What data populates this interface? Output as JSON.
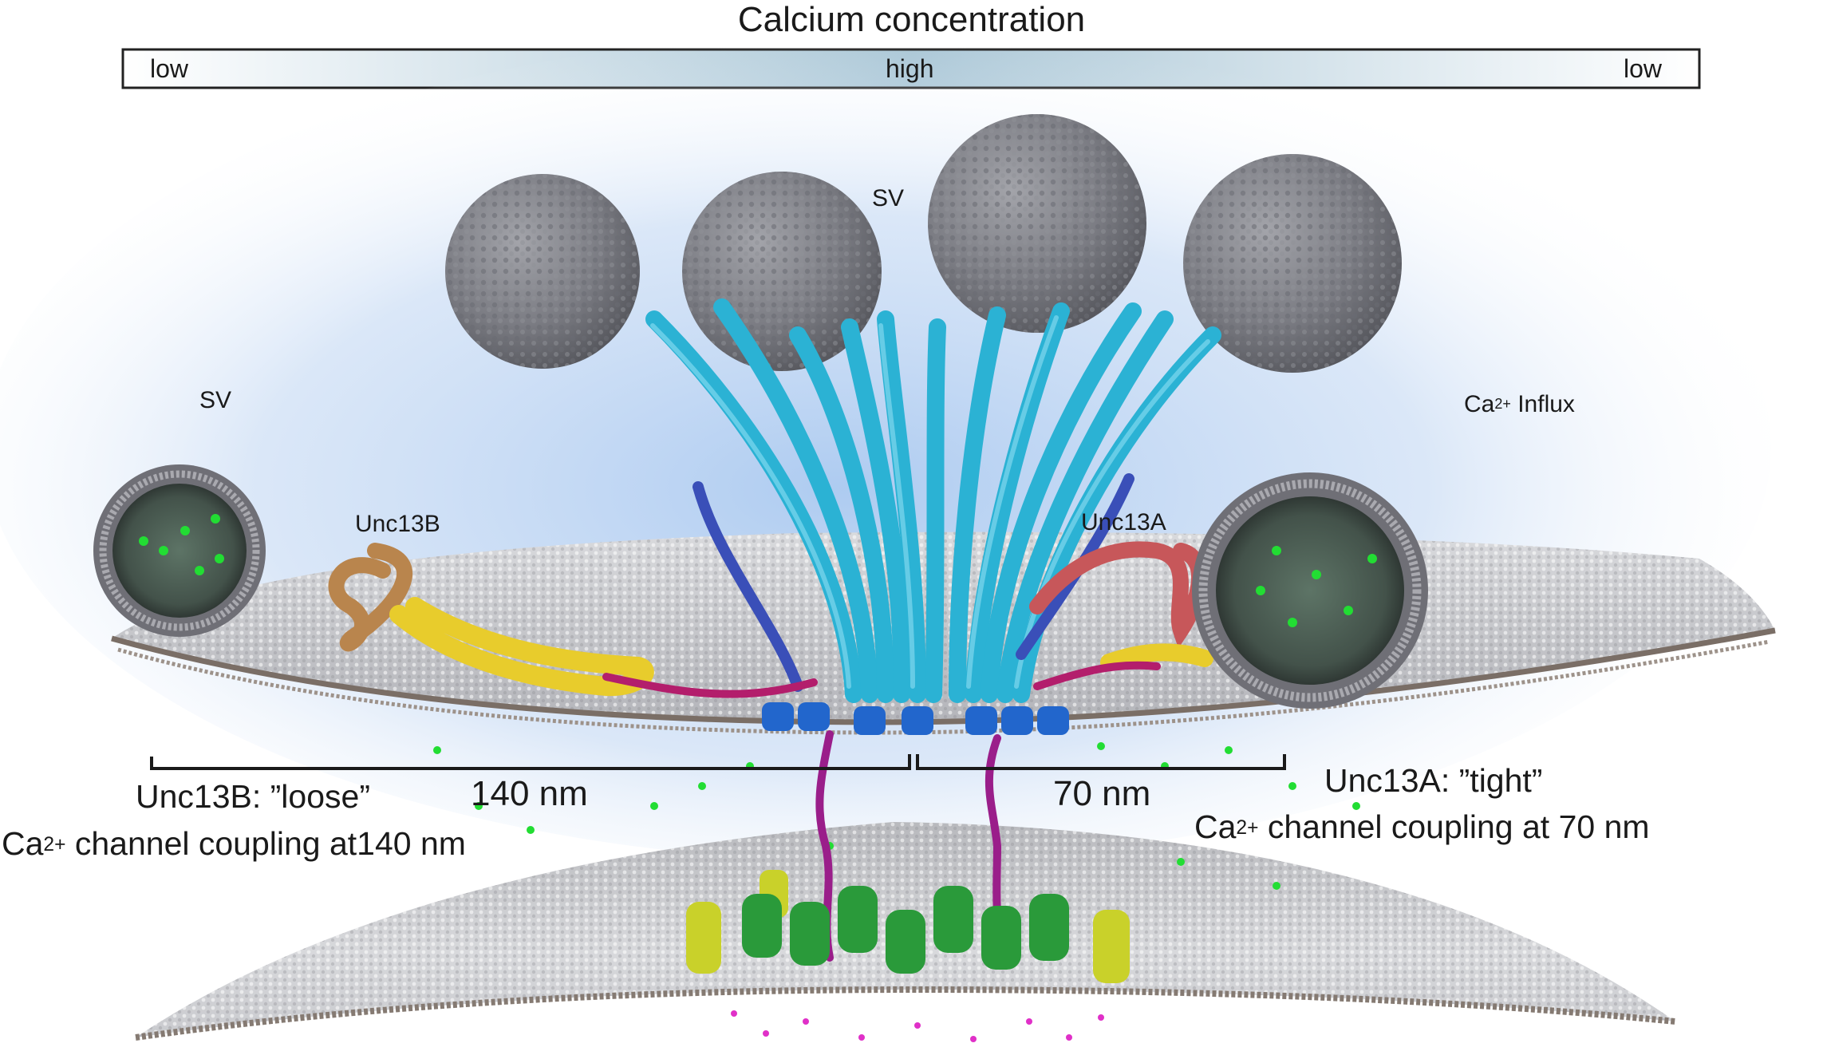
{
  "gradient_bar": {
    "title": "Calcium concentration",
    "left_label": "low",
    "center_label": "high",
    "right_label": "low"
  },
  "labels": {
    "sv_top": "SV",
    "sv_left": "SV",
    "ca_influx_base": "Ca",
    "ca_influx_sup": "2+",
    "ca_influx_tail": " Influx",
    "unc13b": "Unc13B",
    "unc13a": "Unc13A"
  },
  "scale": {
    "left_distance": "140 nm",
    "right_distance": "70 nm"
  },
  "captions": {
    "left_line1": "Unc13B: ”loose”",
    "left_line2_base": "Ca",
    "left_line2_sup": "2+",
    "left_line2_tail": " channel coupling at140 nm",
    "right_line1": "Unc13A: ”tight”",
    "right_line2_base": "Ca",
    "right_line2_sup": "2+",
    "right_line2_tail": " channel coupling at 70 nm"
  },
  "colors": {
    "gradient_low": "#ffffff",
    "gradient_high": "#a9c6d6",
    "vesicle_gray": "#7e7f86",
    "membrane_gray": "#c4c5c9",
    "bruchpilot_cyan": "#2bb2d4",
    "unc13b_orange": "#b9854d",
    "unc13a_red": "#c7575a",
    "rim_yellow": "#e8cc2c",
    "channel_blue": "#2266cc",
    "calcium_green": "#22dd33",
    "receptor_green": "#2a9a3a",
    "receptor_yellow": "#c9d12a",
    "glutamate_magenta": "#e030c8",
    "linker_purple": "#9a1e8a"
  }
}
